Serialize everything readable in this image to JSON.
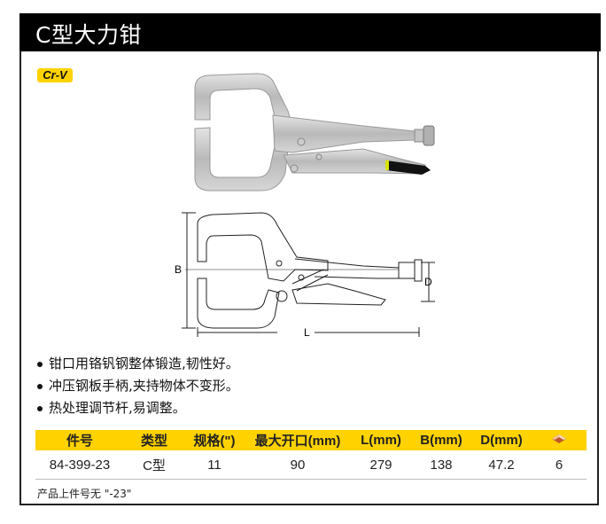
{
  "header": {
    "title": "C型大力钳"
  },
  "material_badge": "Cr-V",
  "images": {
    "photo": "locking-c-clamp-pliers-photo",
    "drawing": "locking-c-clamp-pliers-dimension-drawing",
    "dimension_labels": {
      "b": "B",
      "d": "D",
      "l": "L"
    }
  },
  "features": [
    "钳口用铬钒钢整体锻造,韧性好。",
    "冲压钢板手柄,夹持物体不变形。",
    "热处理调节杆,易调整。"
  ],
  "spec_table": {
    "columns": [
      "件号",
      "类型",
      "规格(\")",
      "最大开口(mm)",
      "L(mm)",
      "B(mm)",
      "D(mm)",
      "package-box-icon"
    ],
    "rows": [
      [
        "84-399-23",
        "C型",
        "11",
        "90",
        "279",
        "138",
        "47.2",
        "6"
      ]
    ]
  },
  "note": "产品上件号无 \"-23\"",
  "colors": {
    "header_bg": "#000000",
    "accent_yellow": "#ffd200"
  }
}
